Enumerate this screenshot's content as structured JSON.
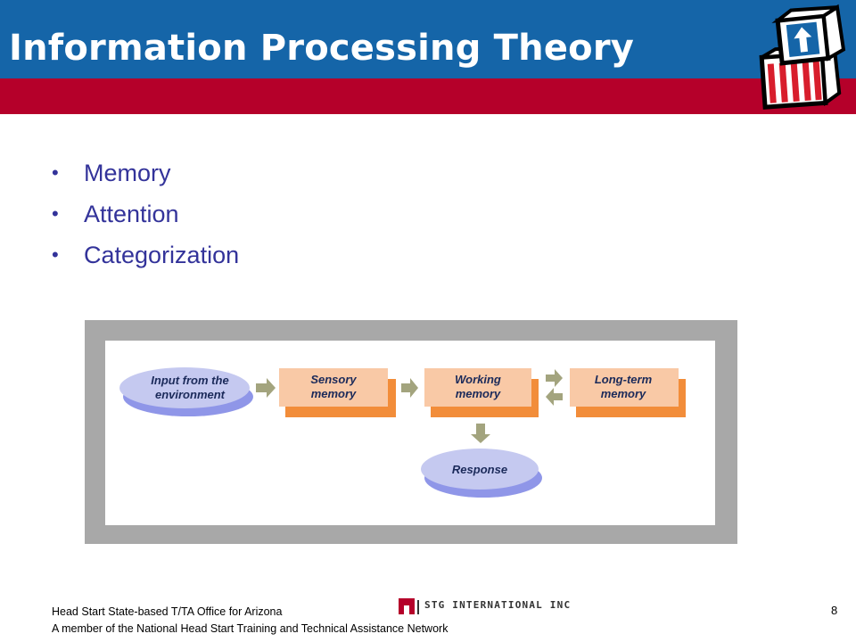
{
  "slide": {
    "title": "Information Processing Theory",
    "bullets": [
      "Memory",
      "Attention",
      "Categorization"
    ]
  },
  "diagram": {
    "input": [
      "Input from the",
      "environment"
    ],
    "sensory": [
      "Sensory",
      "memory"
    ],
    "working": [
      "Working",
      "memory"
    ],
    "longterm": [
      "Long-term",
      "memory"
    ],
    "response": "Response"
  },
  "footer": {
    "line1": "Head Start State-based T/TA Office for Arizona",
    "line2": "A member of the National Head Start Training and Technical Assistance Network",
    "company": "STG INTERNATIONAL INC",
    "page_number": "8"
  },
  "colors": {
    "header_blue": "#1565a8",
    "header_red": "#b5002a",
    "bullet_text": "#33339a",
    "box_fill": "#f9c9a6",
    "box_shadow": "#f28d3a",
    "oval_fill": "#c5c9f0",
    "arrow": "#a3a47e"
  },
  "icons": {
    "logo": "head-start-blocks-icon",
    "stg_logo": "stg-logo-icon"
  }
}
